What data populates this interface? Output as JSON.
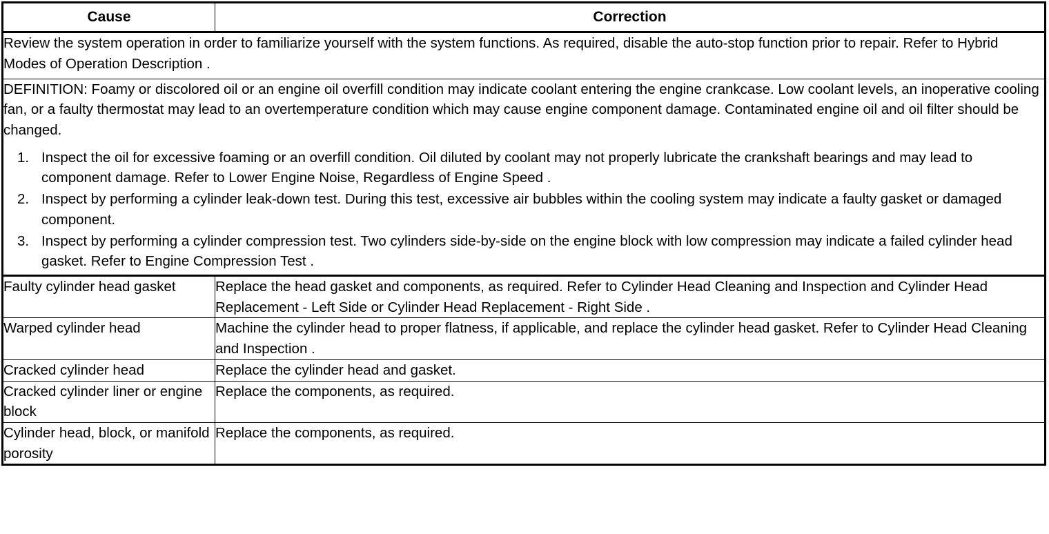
{
  "table": {
    "headers": {
      "cause": "Cause",
      "correction": "Correction"
    },
    "intro_row": {
      "text": "Review the system operation in order to familiarize yourself with the system functions. As required, disable the auto-stop function prior to repair. Refer to Hybrid Modes of Operation Description ."
    },
    "definition_row": {
      "paragraph": "DEFINITION: Foamy or discolored oil or an engine oil overfill condition may indicate coolant entering the engine crankcase. Low coolant levels, an inoperative cooling fan, or a faulty thermostat may lead to an overtemperature condition which may cause engine component damage. Contaminated engine oil and oil filter should be changed.",
      "steps": [
        "Inspect the oil for excessive foaming or an overfill condition. Oil diluted by coolant may not properly lubricate the crankshaft bearings and may lead to component damage. Refer to Lower Engine Noise, Regardless of Engine Speed .",
        "Inspect by performing a cylinder leak-down test. During this test, excessive air bubbles within the cooling system may indicate a faulty gasket or damaged component.",
        "Inspect by performing a cylinder compression test. Two cylinders side-by-side on the engine block with low compression may indicate a failed cylinder head gasket. Refer to Engine Compression Test ."
      ]
    },
    "rows": [
      {
        "cause": "Faulty cylinder head gasket",
        "correction": "Replace the head gasket and components, as required. Refer to Cylinder Head Cleaning and Inspection and Cylinder Head Replacement - Left Side or Cylinder Head Replacement - Right Side ."
      },
      {
        "cause": "Warped cylinder head",
        "correction": "Machine the cylinder head to proper flatness, if applicable, and replace the cylinder head gasket. Refer to Cylinder Head Cleaning and Inspection ."
      },
      {
        "cause": "Cracked cylinder head",
        "correction": "Replace the cylinder head and gasket."
      },
      {
        "cause": "Cracked cylinder liner or engine block",
        "correction": "Replace the components, as required."
      },
      {
        "cause": "Cylinder head, block, or manifold porosity",
        "correction": "Replace the components, as required."
      }
    ]
  }
}
